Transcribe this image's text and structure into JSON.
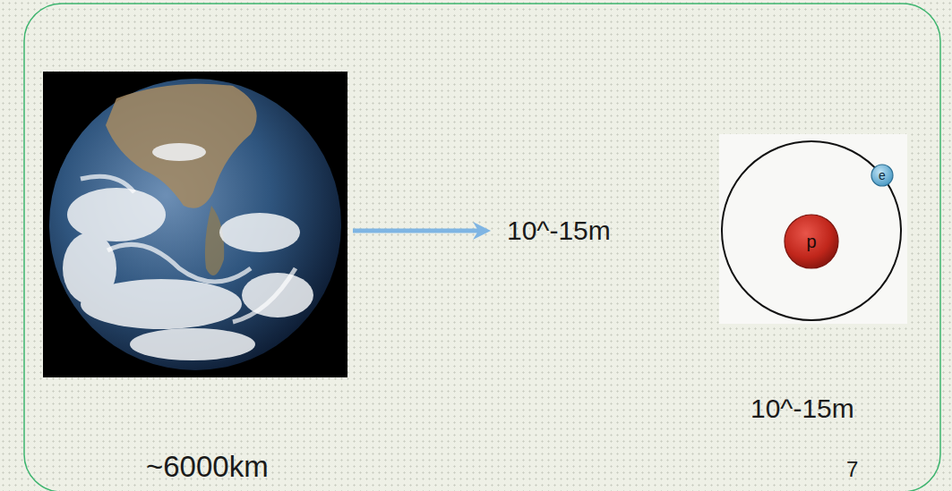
{
  "diagram": {
    "nodes": [
      {
        "text": [
          "p"
        ]
      },
      {
        "text": [
          "e"
        ]
      }
    ],
    "labels": [
      "~6000km",
      "10^-15m",
      "10^-15m",
      "7"
    ]
  }
}
